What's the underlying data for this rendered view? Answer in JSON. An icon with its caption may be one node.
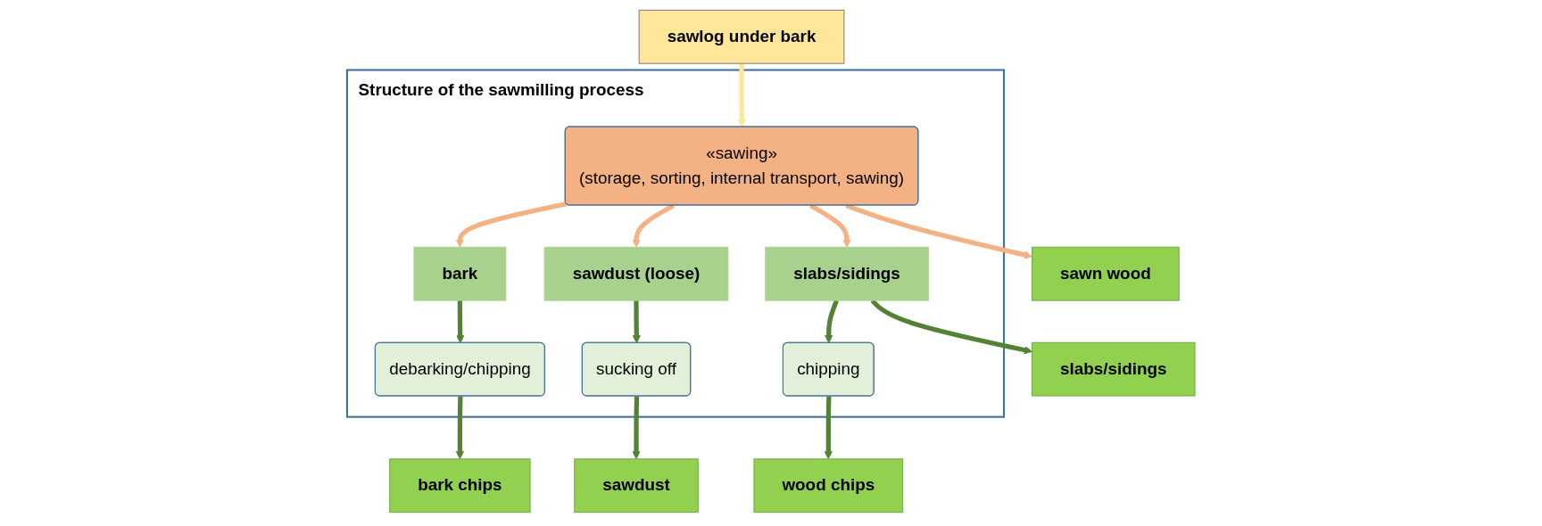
{
  "diagram": {
    "nodes": [
      {
        "text": [
          "Structure of the sawmilling process"
        ]
      },
      {
        "text": [
          "sawlog under bark"
        ]
      },
      {
        "text": [
          "«sawing»",
          "(storage, sorting, internal transport, sawing)"
        ],
        "in": 0
      },
      {
        "text": [
          "sawn wood"
        ]
      },
      {
        "text": [
          "bark"
        ],
        "in": 0
      },
      {
        "text": [
          "sawdust (loose)"
        ],
        "in": 0
      },
      {
        "text": [
          "slabs/sidings"
        ],
        "in": 0
      },
      {
        "text": [
          "slabs/sidings"
        ]
      },
      {
        "text": [
          "debarking/chipping"
        ],
        "in": 0
      },
      {
        "text": [
          "sucking off"
        ],
        "in": 0
      },
      {
        "text": [
          "chipping"
        ],
        "in": 0
      },
      {
        "text": [
          "bark chips"
        ]
      },
      {
        "text": [
          "sawdust"
        ]
      },
      {
        "text": [
          "wood chips"
        ]
      }
    ],
    "edges": [
      {
        "from": 1,
        "to": 2,
        "arrow": "to",
        "color": "#ffe699"
      },
      {
        "from": 2,
        "to": 3,
        "arrow": "to",
        "color": "#f4b183"
      },
      {
        "from": 2,
        "to": 4,
        "arrow": "to",
        "color": "#f4b183"
      },
      {
        "from": 2,
        "to": 5,
        "arrow": "to",
        "color": "#f4b183"
      },
      {
        "from": 2,
        "to": 6,
        "arrow": "to",
        "color": "#f4b183"
      },
      {
        "from": 6,
        "to": 7,
        "arrow": "to"
      },
      {
        "from": 4,
        "to": 8,
        "arrow": "to"
      },
      {
        "from": 5,
        "to": 9,
        "arrow": "to"
      },
      {
        "from": 6,
        "to": 10,
        "arrow": "to"
      },
      {
        "from": 8,
        "to": 11,
        "arrow": "to"
      },
      {
        "from": 9,
        "to": 12,
        "arrow": "to"
      },
      {
        "from": 10,
        "to": 13,
        "arrow": "to"
      }
    ]
  }
}
